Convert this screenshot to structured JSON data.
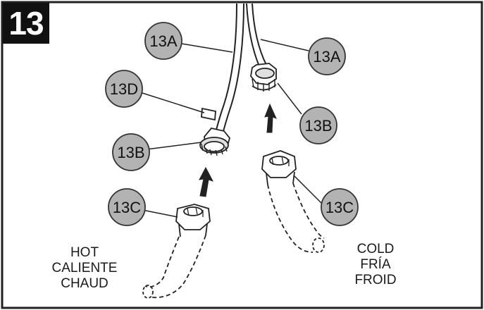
{
  "step_number": "13",
  "callouts": {
    "a_left": "13A",
    "a_right": "13A",
    "b_left": "13B",
    "b_right": "13B",
    "c_left": "13C",
    "c_right": "13C",
    "d": "13D"
  },
  "captions": {
    "hot": [
      "HOT",
      "CALIENTE",
      "CHAUD"
    ],
    "cold": [
      "COLD",
      "FRÍA",
      "FROID"
    ]
  },
  "colors": {
    "callout_fill": "#b3b3b3",
    "callout_stroke": "#333333",
    "line": "#222222",
    "badge": "#111111"
  }
}
